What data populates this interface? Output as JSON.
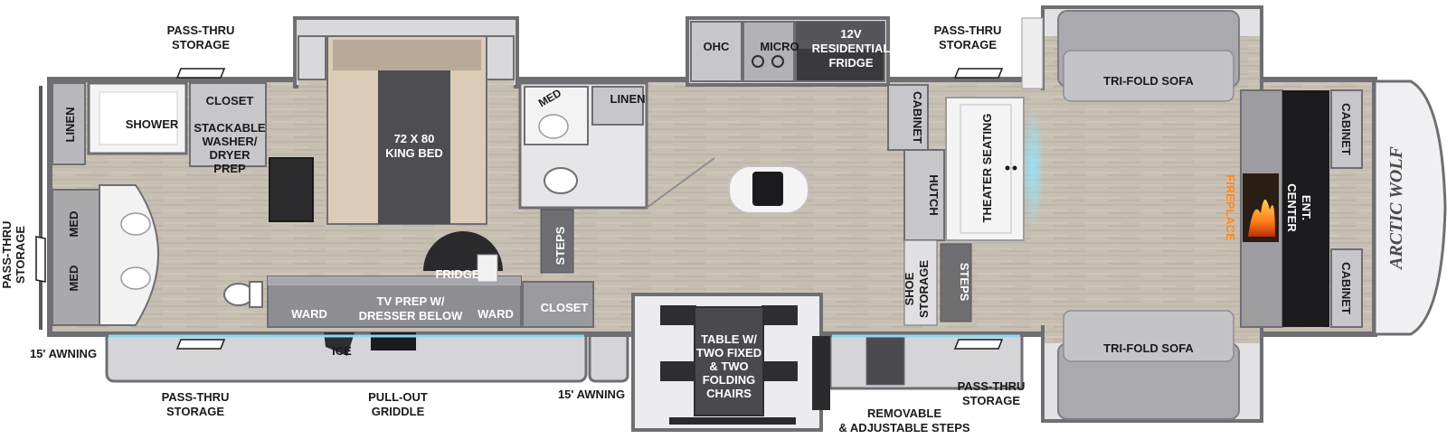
{
  "brand": {
    "logo_text": "ARCTIC WOLF"
  },
  "labels": {
    "pass_thru_top_left": [
      "PASS-THRU",
      "STORAGE"
    ],
    "pass_thru_top_right": [
      "PASS-THRU",
      "STORAGE"
    ],
    "pass_thru_left": [
      "PASS-THRU",
      "STORAGE"
    ],
    "pass_thru_bottom_left": [
      "PASS-THRU",
      "STORAGE"
    ],
    "pass_thru_bottom_right": [
      "PASS-THRU",
      "STORAGE"
    ],
    "awning_left": "15' AWNING",
    "awning_mid": "15' AWNING",
    "linen_bath": "LINEN",
    "shower": "SHOWER",
    "closet_bath": "CLOSET",
    "washer_dryer": [
      "STACKABLE",
      "WASHER/",
      "DRYER",
      "PREP"
    ],
    "med_1": "MED",
    "med_2": "MED",
    "bed": [
      "72 X 80",
      "KING BED"
    ],
    "ward_left": "WARD",
    "ward_right": "WARD",
    "tv_prep": [
      "TV PREP W/",
      "DRESSER BELOW"
    ],
    "fridge_small": "FRIDGE",
    "ice": "ICE",
    "griddle": [
      "PULL-OUT",
      "GRIDDLE"
    ],
    "med_half_bath": "MED",
    "linen_half_bath": "LINEN",
    "steps_mid": "STEPS",
    "closet_mid": "CLOSET",
    "ohc": "OHC",
    "micro": "MICRO",
    "fridge_main": [
      "12V",
      "RESIDENTIAL",
      "FRIDGE"
    ],
    "table": [
      "TABLE W/",
      "TWO FIXED",
      "& TWO",
      "FOLDING",
      "CHAIRS"
    ],
    "cabinet_kitchen": "CABINET",
    "hutch": "HUTCH",
    "theater": "THEATER SEATING",
    "shoe_storage": [
      "SHOE",
      "STORAGE"
    ],
    "steps_entry": "STEPS",
    "removable_steps": [
      "REMOVABLE",
      "& ADJUSTABLE STEPS"
    ],
    "sofa_top": "TRI-FOLD SOFA",
    "sofa_bottom": "TRI-FOLD SOFA",
    "fireplace": "FIREPLACE",
    "ent_center": [
      "ENT.",
      "CENTER"
    ],
    "cabinet_front_top": "CABINET",
    "cabinet_front_bottom": "CABINET"
  },
  "colors": {
    "wall": "#6e6e73",
    "floor": "#c9c1b6",
    "counter": "#8d8d92",
    "cabinet": "#b9b9bd",
    "sofa": "#a9a9ae",
    "bed_frame": "#d9c8b5",
    "bed_runner": "#4d4d52",
    "trim_blue": "#8ad7ee",
    "slide": "#d7d7da",
    "black": "#1b1b1d"
  }
}
